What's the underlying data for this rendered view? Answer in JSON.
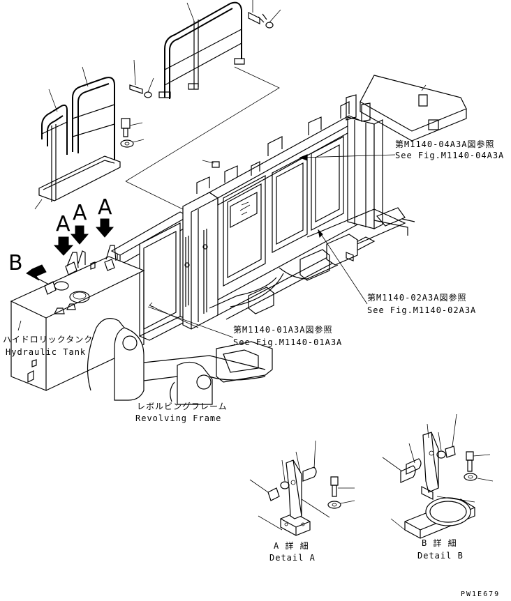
{
  "callouts": {
    "ref_04a3a_jp": "第M1140-04A3A図参照",
    "ref_04a3a_en": "See Fig.M1140-04A3A",
    "ref_02a3a_jp": "第M1140-02A3A図参照",
    "ref_02a3a_en": "See Fig.M1140-02A3A",
    "ref_01a3a_jp": "第M1140-01A3A図参照",
    "ref_01a3a_en": "See Fig.M1140-01A3A"
  },
  "parts": {
    "hydraulic_tank_jp": "ハイドロリックタンク",
    "hydraulic_tank_en": "Hydraulic Tank",
    "revolving_frame_jp": "レボルビングフレーム",
    "revolving_frame_en": "Revolving Frame"
  },
  "view_markers": {
    "a1": "A",
    "a2": "A",
    "a3": "A",
    "b": "B"
  },
  "details": {
    "a_jp": "A 詳 細",
    "a_en": "Detail A",
    "b_jp": "B 詳 細",
    "b_en": "Detail B"
  },
  "drawing_number": "PW1E679"
}
